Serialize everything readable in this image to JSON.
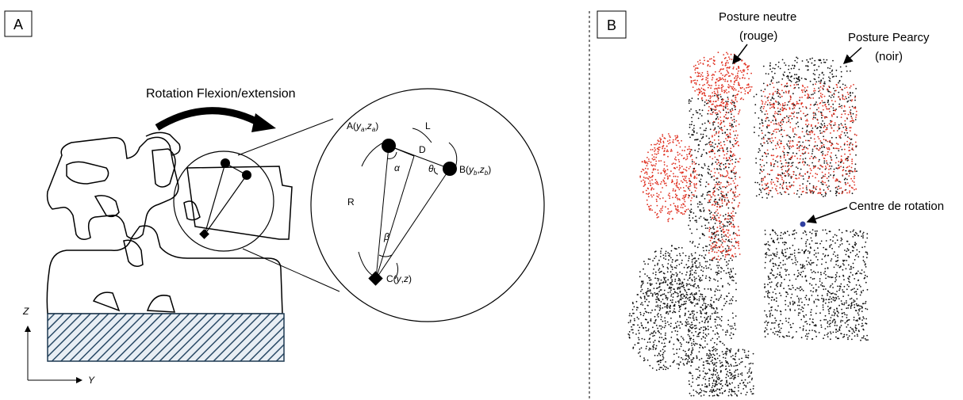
{
  "panel_a": {
    "panel_label": "A",
    "rotation_label": "Rotation Flexion/extension",
    "axis_z": "Z",
    "axis_y": "Y",
    "point_a": {
      "name": "A(",
      "y": "y",
      "ysub": "a",
      "sep": ",",
      "z": "z",
      "zsub": "a",
      "end": ")"
    },
    "point_b": {
      "name": "B(",
      "y": "y",
      "ysub": "b",
      "sep": ",",
      "z": "z",
      "zsub": "b",
      "end": ")"
    },
    "point_c": {
      "name": "C(",
      "y": "y",
      "sep": ",",
      "z": "z",
      "end": ")"
    },
    "label_l": "L",
    "label_d": "D",
    "label_r": "R",
    "label_alpha": "α",
    "label_theta": "θ",
    "label_beta": "β"
  },
  "panel_b": {
    "panel_label": "B",
    "neutral_line1": "Posture neutre",
    "neutral_line2": "(rouge)",
    "pearcy_line1": "Posture Pearcy",
    "pearcy_line2": "(noir)",
    "centre_label": "Centre de rotation",
    "colors": {
      "neutral": "#e03020",
      "pearcy": "#111111",
      "centre": "#3040a0"
    }
  }
}
